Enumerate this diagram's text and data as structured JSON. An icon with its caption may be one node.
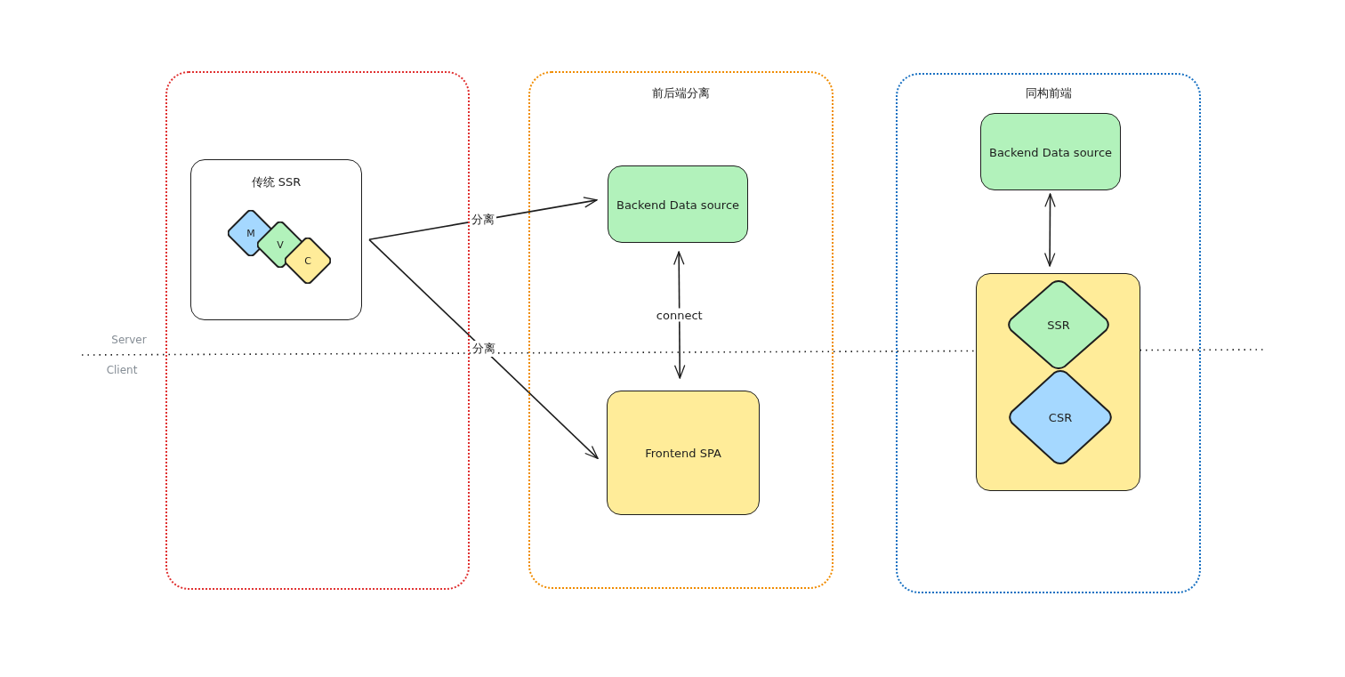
{
  "diagram": {
    "nodes": [
      {
        "text": [],
        "shape": "box"
      },
      {
        "text": [
          "传统 SSR"
        ],
        "in": 0
      },
      {
        "text": [
          "M"
        ],
        "in": 1
      },
      {
        "text": [
          "V"
        ],
        "in": 1
      },
      {
        "text": [
          "C"
        ],
        "in": 1
      },
      {
        "text": [
          "前后端分离"
        ]
      },
      {
        "text": [
          "Backend Data source"
        ],
        "in": 5
      },
      {
        "text": [
          "Frontend SPA"
        ],
        "in": 5
      },
      {
        "text": [
          "同构前端"
        ]
      },
      {
        "text": [
          "Backend Data source"
        ],
        "in": 8
      },
      {
        "text": [],
        "shape": "box",
        "in": 8
      },
      {
        "text": [
          "SSR"
        ],
        "in": 10
      },
      {
        "text": [
          "CSR"
        ],
        "in": 10
      }
    ],
    "edges": [
      {
        "from": 1,
        "to": 6,
        "arrow": "to",
        "label": "分离"
      },
      {
        "from": 1,
        "to": 7,
        "arrow": "to",
        "label": "分离"
      },
      {
        "from": 6,
        "to": 7,
        "arrow": "both",
        "label": "connect"
      },
      {
        "from": 9,
        "to": 10,
        "arrow": "both"
      }
    ],
    "labels": [
      "Server",
      "Client"
    ]
  }
}
